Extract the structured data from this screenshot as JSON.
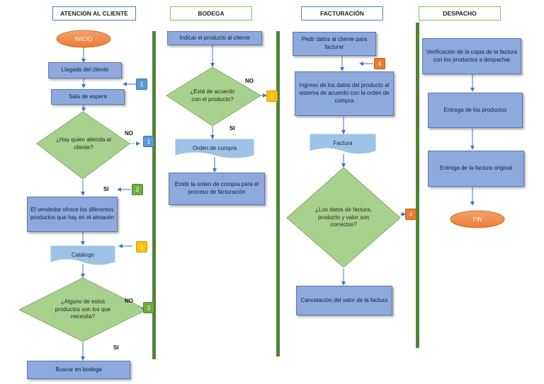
{
  "lanes": {
    "atencion": "ATENCION AL CLIENTE",
    "bodega": "BODEGA",
    "facturacion": "FACTURACIÓN",
    "despacho": "DESPACHO"
  },
  "atencion": {
    "inicio": "INICIO",
    "llegada": "Llegada del cliente",
    "sala": "Sala de espera",
    "decision_atienda": "¿Hay quien atienda al cliente?",
    "vendedor": "El vendedor ofrece los diferentes productos que hay en el almacén",
    "catalogo": "Catálogo",
    "decision_productos": "¿Alguno de estos productos son los que necesita?",
    "buscar": "Buscar en bodega",
    "label_no_1": "NO",
    "label_si_1": "SI",
    "label_no_2": "NO",
    "label_si_2": "SI"
  },
  "bodega": {
    "indicar": "Indicar el producto al cliente",
    "decision_acuerdo": "¿Está de acuerdo con el producto?",
    "orden": "Orden de compra",
    "emitir": "Emitir la orden de compra para el proceso de facturación",
    "label_no": "NO",
    "label_si": "SI"
  },
  "facturacion": {
    "pedir": "Pedir datos al cliente para facturar",
    "ingreso": "Ingreso de los datos del producto al sistema de acuerdo con la orden de compra",
    "factura": "Factura",
    "decision_datos": "¿Los datos de factura, producto y valor son correctos?",
    "cancelacion": "Cancelación del valor de la factura"
  },
  "despacho": {
    "verificacion": "Verificación de la copia de la factura con los productos a despachar",
    "entrega_productos": "Entrega de los productos",
    "entrega_factura": "Entrega de la factura original",
    "fin": "FIN"
  },
  "connectors": {
    "c1a": "1",
    "c1b": "1",
    "c2a": "2",
    "c2b": "2",
    "c3a": "3",
    "c3b": "3",
    "c4a": "4",
    "c4b": "4"
  },
  "colors": {
    "process": "#8ea9db",
    "decision": "#a9d18e",
    "terminal": "#ed7d31",
    "lane_bar": "#548235"
  }
}
